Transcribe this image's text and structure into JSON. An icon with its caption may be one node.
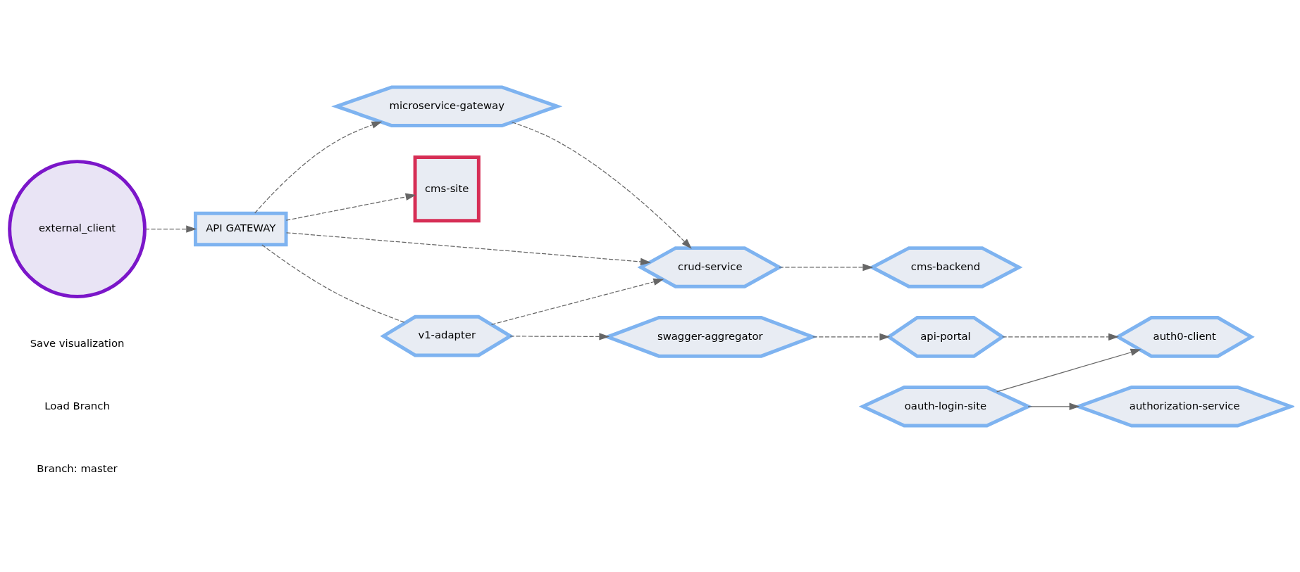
{
  "diagram": {
    "nodes": [
      {
        "text": [
          "external_client"
        ]
      },
      {
        "text": [
          "API GATEWAY"
        ]
      },
      {
        "text": [
          "microservice-gateway"
        ]
      },
      {
        "text": [
          "cms-site"
        ]
      },
      {
        "text": [
          "crud-service"
        ]
      },
      {
        "text": [
          "cms-backend"
        ]
      },
      {
        "text": [
          "v1-adapter"
        ]
      },
      {
        "text": [
          "swagger-aggregator"
        ]
      },
      {
        "text": [
          "api-portal"
        ]
      },
      {
        "text": [
          "auth0-client"
        ]
      },
      {
        "text": [
          "oauth-login-site"
        ]
      },
      {
        "text": [
          "authorization-service"
        ]
      }
    ],
    "edges": [
      {
        "from": 0,
        "to": 1,
        "arrow": "to",
        "style": "dashed"
      },
      {
        "from": 1,
        "to": 2,
        "arrow": "to",
        "style": "dashed"
      },
      {
        "from": 1,
        "to": 3,
        "arrow": "to",
        "style": "dashed"
      },
      {
        "from": 1,
        "to": 4,
        "arrow": "to",
        "style": "dashed"
      },
      {
        "from": 2,
        "to": 4,
        "arrow": "to",
        "style": "dashed"
      },
      {
        "from": 6,
        "to": 4,
        "arrow": "to",
        "style": "dashed"
      },
      {
        "from": 1,
        "to": 6,
        "arrow": "none",
        "style": "dashed"
      },
      {
        "from": 4,
        "to": 5,
        "arrow": "to",
        "style": "dashed"
      },
      {
        "from": 6,
        "to": 7,
        "arrow": "to",
        "style": "dashed"
      },
      {
        "from": 7,
        "to": 8,
        "arrow": "to",
        "style": "dashed"
      },
      {
        "from": 8,
        "to": 9,
        "arrow": "to",
        "style": "dashed"
      },
      {
        "from": 10,
        "to": 9,
        "arrow": "to"
      },
      {
        "from": 10,
        "to": 11,
        "arrow": "to"
      }
    ],
    "labels": [
      "Branch: master",
      "Load Branch",
      "Save visualization"
    ]
  }
}
